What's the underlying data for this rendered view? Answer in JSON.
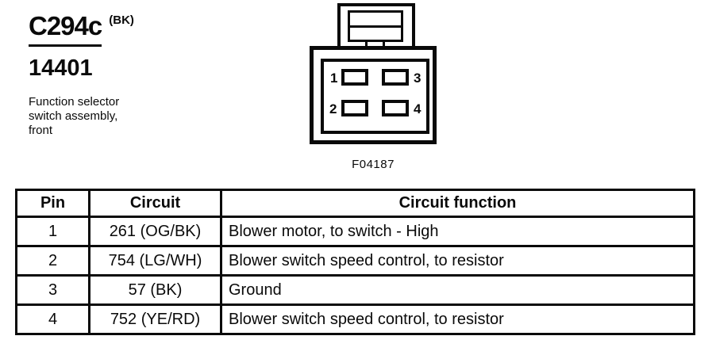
{
  "header": {
    "connector_id": "C294c",
    "connector_color": "(BK)",
    "part_number": "14401",
    "description": "Function selector\nswitch assembly,\nfront"
  },
  "diagram": {
    "figure_label": "F04187",
    "pins": [
      {
        "number": "1",
        "position": "top-left"
      },
      {
        "number": "3",
        "position": "top-right"
      },
      {
        "number": "2",
        "position": "bottom-left"
      },
      {
        "number": "4",
        "position": "bottom-right"
      }
    ]
  },
  "table": {
    "columns": [
      "Pin",
      "Circuit",
      "Circuit function"
    ],
    "rows": [
      [
        "1",
        "261 (OG/BK)",
        "Blower motor, to switch - High"
      ],
      [
        "2",
        "754 (LG/WH)",
        "Blower switch speed control, to resistor"
      ],
      [
        "3",
        "57 (BK)",
        "Ground"
      ],
      [
        "4",
        "752 (YE/RD)",
        "Blower switch speed control, to resistor"
      ]
    ]
  },
  "colors": {
    "ink": "#0a0a0a",
    "background": "#ffffff"
  }
}
